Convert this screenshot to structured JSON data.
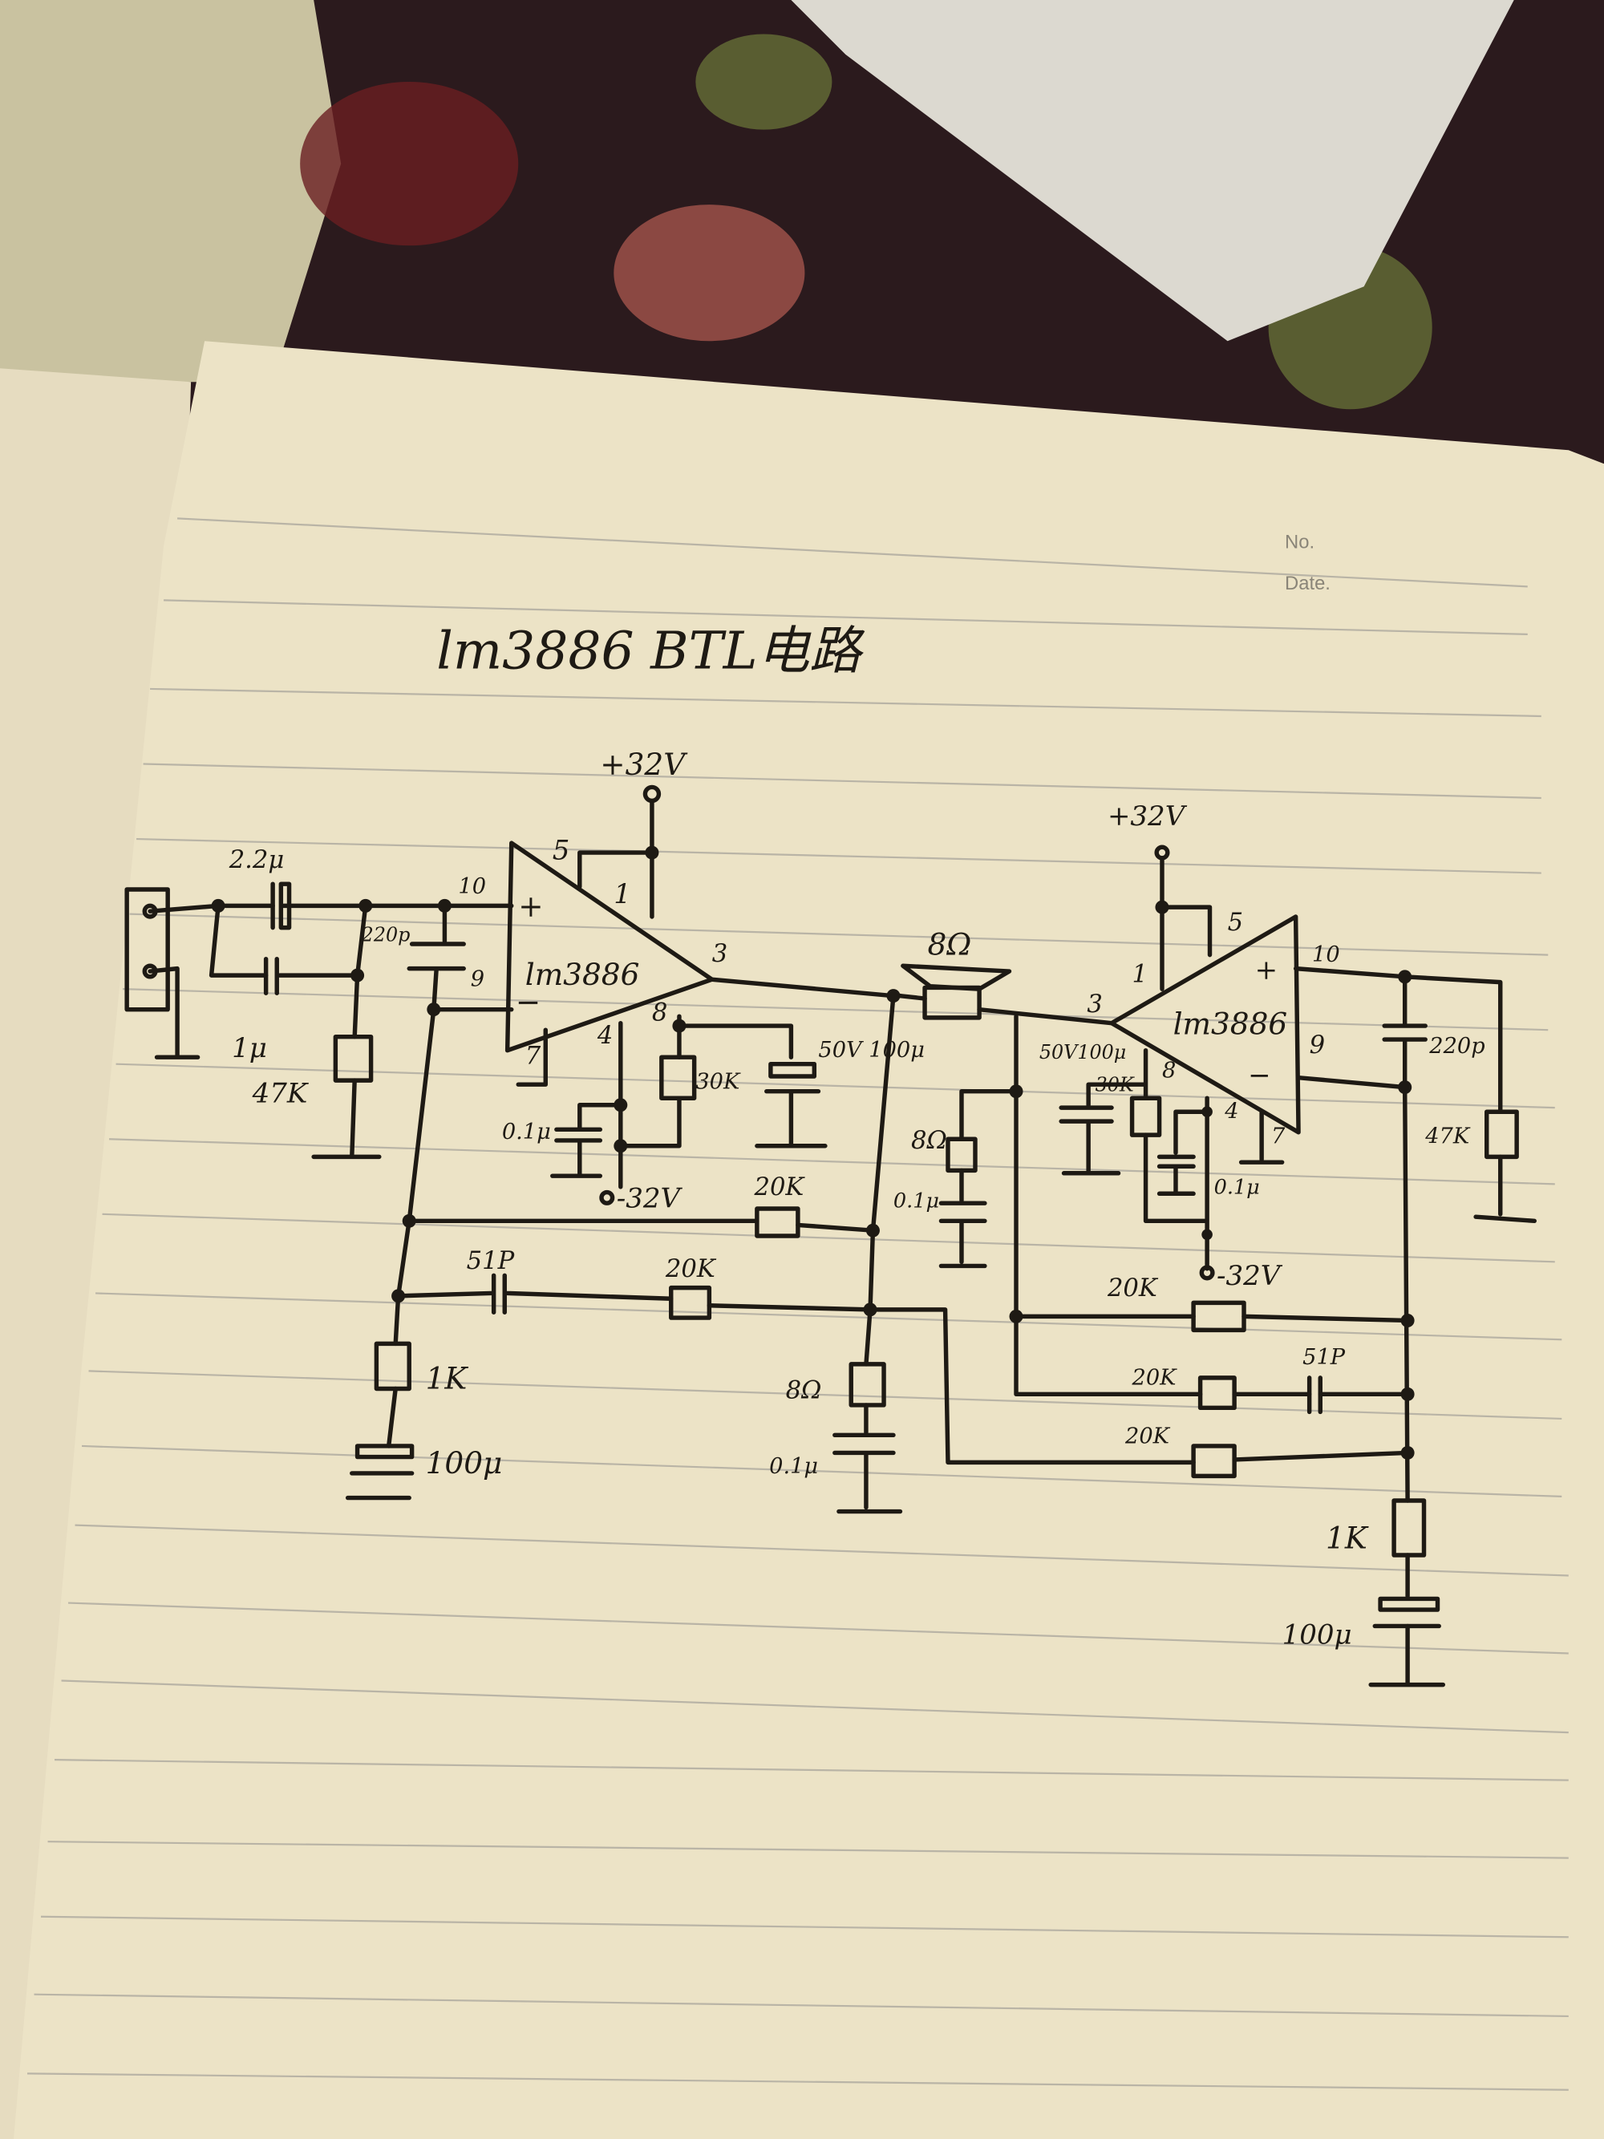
{
  "notebook": {
    "no_label": "No.",
    "date_label": "Date."
  },
  "title": "lm3886 BTL电路",
  "left_amp": {
    "chip": "lm3886",
    "pins": {
      "p1": "1",
      "p3": "3",
      "p4": "4",
      "p5": "5",
      "p7": "7",
      "p8": "8",
      "p9": "9",
      "p10": "10",
      "plus": "+",
      "minus": "−"
    },
    "supply_pos": "+32V",
    "supply_neg": "-32V",
    "input_cap_1": "2.2μ",
    "input_cap_2": "1μ",
    "input_res": "47K",
    "input_filter_cap": "220p",
    "mute_res": "30K",
    "mute_cap": "50V 100μ",
    "bypass_cap": "0.1μ",
    "feedback_res_1": "20K",
    "feedback_res_2": "20K",
    "feedback_cap": "51P",
    "ground_res": "1K",
    "ground_cap": "100μ",
    "zobel_res": "8Ω",
    "zobel_cap": "0.1μ"
  },
  "speaker": {
    "impedance": "8Ω"
  },
  "right_amp": {
    "chip": "lm3886",
    "pins": {
      "p1": "1",
      "p3": "3",
      "p4": "4",
      "p5": "5",
      "p7": "7",
      "p8": "8",
      "p9": "9",
      "p10": "10",
      "plus": "+",
      "minus": "−"
    },
    "supply_pos": "+32V",
    "supply_neg": "-32V",
    "mute_cap": "50V100μ",
    "mute_res": "30K",
    "bypass_cap": "0.1μ",
    "input_filter_cap": "220p",
    "input_res": "47K",
    "zobel_res": "8Ω",
    "zobel_cap": "0.1μ",
    "feedback_res_1": "20K",
    "feedback_res_2": "20K",
    "feedback_res_3": "20K",
    "feedback_cap": "51P",
    "ground_res": "1K",
    "ground_cap": "100μ"
  }
}
